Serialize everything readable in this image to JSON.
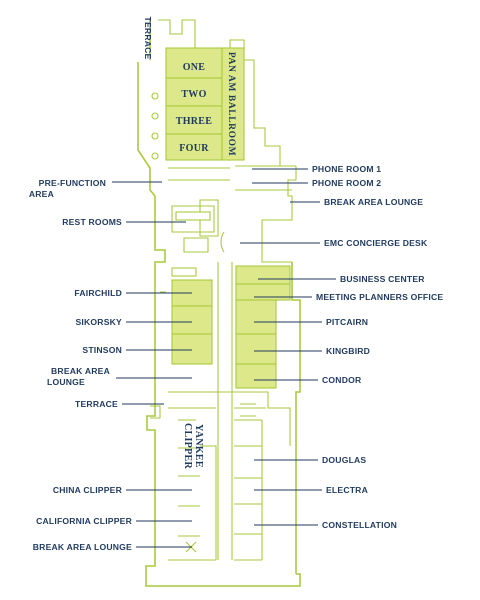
{
  "map": {
    "colors": {
      "highlight": "#dce88a",
      "walls": "#a9c93f",
      "labels": "#1f3a5f",
      "background": "#ffffff"
    },
    "ballroom": {
      "name": "PAN AM BALLROOM",
      "sections": [
        "ONE",
        "TWO",
        "THREE",
        "FOUR"
      ]
    },
    "terrace_top": "TERRACE",
    "yankee_clipper": [
      "YANKEE",
      "CLIPPER"
    ],
    "left_labels": {
      "pre_function_1": "PRE-FUNCTION",
      "pre_function_2": "AREA",
      "rest_rooms": "REST ROOMS",
      "fairchild": "FAIRCHILD",
      "sikorsky": "SIKORSKY",
      "stinson": "STINSON",
      "break_area_lounge_mid_1": "BREAK AREA",
      "break_area_lounge_mid_2": "LOUNGE",
      "terrace_mid": "TERRACE",
      "china_clipper": "CHINA CLIPPER",
      "california_clipper": "CALIFORNIA CLIPPER",
      "break_area_lounge_bottom": "BREAK AREA LOUNGE"
    },
    "right_labels": {
      "phone_room_1": "PHONE ROOM 1",
      "phone_room_2": "PHONE ROOM 2",
      "break_area_lounge_top": "BREAK AREA LOUNGE",
      "emc_concierge_desk": "EMC CONCIERGE DESK",
      "business_center": "BUSINESS CENTER",
      "meeting_planners_office": "MEETING PLANNERS OFFICE",
      "pitcairn": "PITCAIRN",
      "kingbird": "KINGBIRD",
      "condor": "CONDOR",
      "douglas": "DOUGLAS",
      "electra": "ELECTRA",
      "constellation": "CONSTELLATION"
    }
  }
}
